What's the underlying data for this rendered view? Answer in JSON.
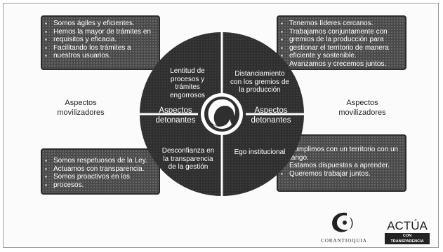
{
  "panels": {
    "top_left": [
      "Somos ágiles y eficientes.",
      "Hemos la mayor de trámites en",
      "requisitos y eficacia.",
      "Facilitando los trámites a",
      "nuestros usuarios."
    ],
    "top_right": [
      "Tenemos líderes cercanos.",
      "Trabajamos conjuntamente con",
      "gremios de la producción para",
      "gestionar el territorio de manera",
      "eficiente y sostenible.",
      "Avanzamos y crecemos juntos."
    ],
    "bottom_left": [
      "Somos respetuosos de la Ley.",
      "Actuamos con transparencia.",
      "Somos proactivos en los",
      "procesos."
    ],
    "bottom_right": [
      "Cumplimos con un territorio con un",
      "tango.",
      "Estamos dispuestos a aprender.",
      "Queremos trabajar juntos."
    ]
  },
  "side_labels": {
    "left": "Aspectos movilizadores",
    "right": "Aspectos movilizadores"
  },
  "quadrants": {
    "top_left": "Lentitud de procesos y trámites engorrosos",
    "top_right": "Distanciamiento con los gremios de la producción",
    "bottom_left": "Desconfianza en la transparencia de la gestión",
    "bottom_right": "Ego institucional"
  },
  "center_labels": {
    "left": "Aspectos detonantes",
    "right": "Aspectos detonantes"
  },
  "logos": {
    "corantioquia": "CORANTIOQUIA",
    "actua": "ACTÚA",
    "actua_sub": "CON TRANSPARENCIA"
  },
  "colors": {
    "circle": "#2f2f2f",
    "panel": "#4a4a4a",
    "divider": "#ffffff"
  }
}
